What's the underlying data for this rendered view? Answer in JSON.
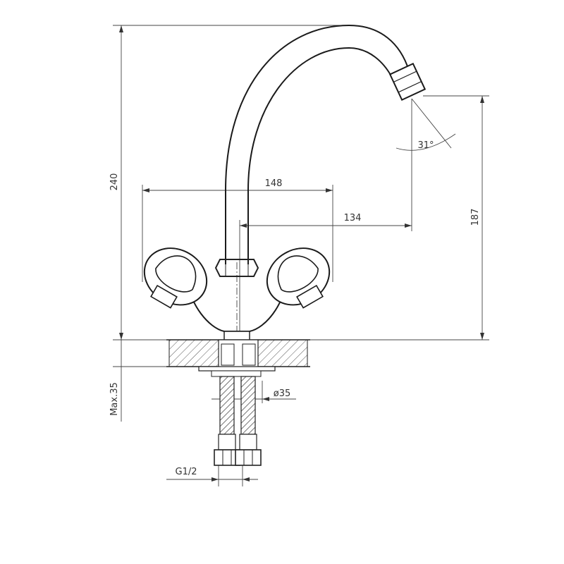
{
  "dimensions": {
    "height_total": "240",
    "spout_width": "148",
    "spout_reach": "134",
    "spout_height": "187",
    "spray_angle": "31°",
    "max_counter": "Max.35",
    "hole_diameter": "ø35",
    "thread": "G1/2"
  },
  "colors": {
    "line": "#222222",
    "hatch": "#555555"
  }
}
